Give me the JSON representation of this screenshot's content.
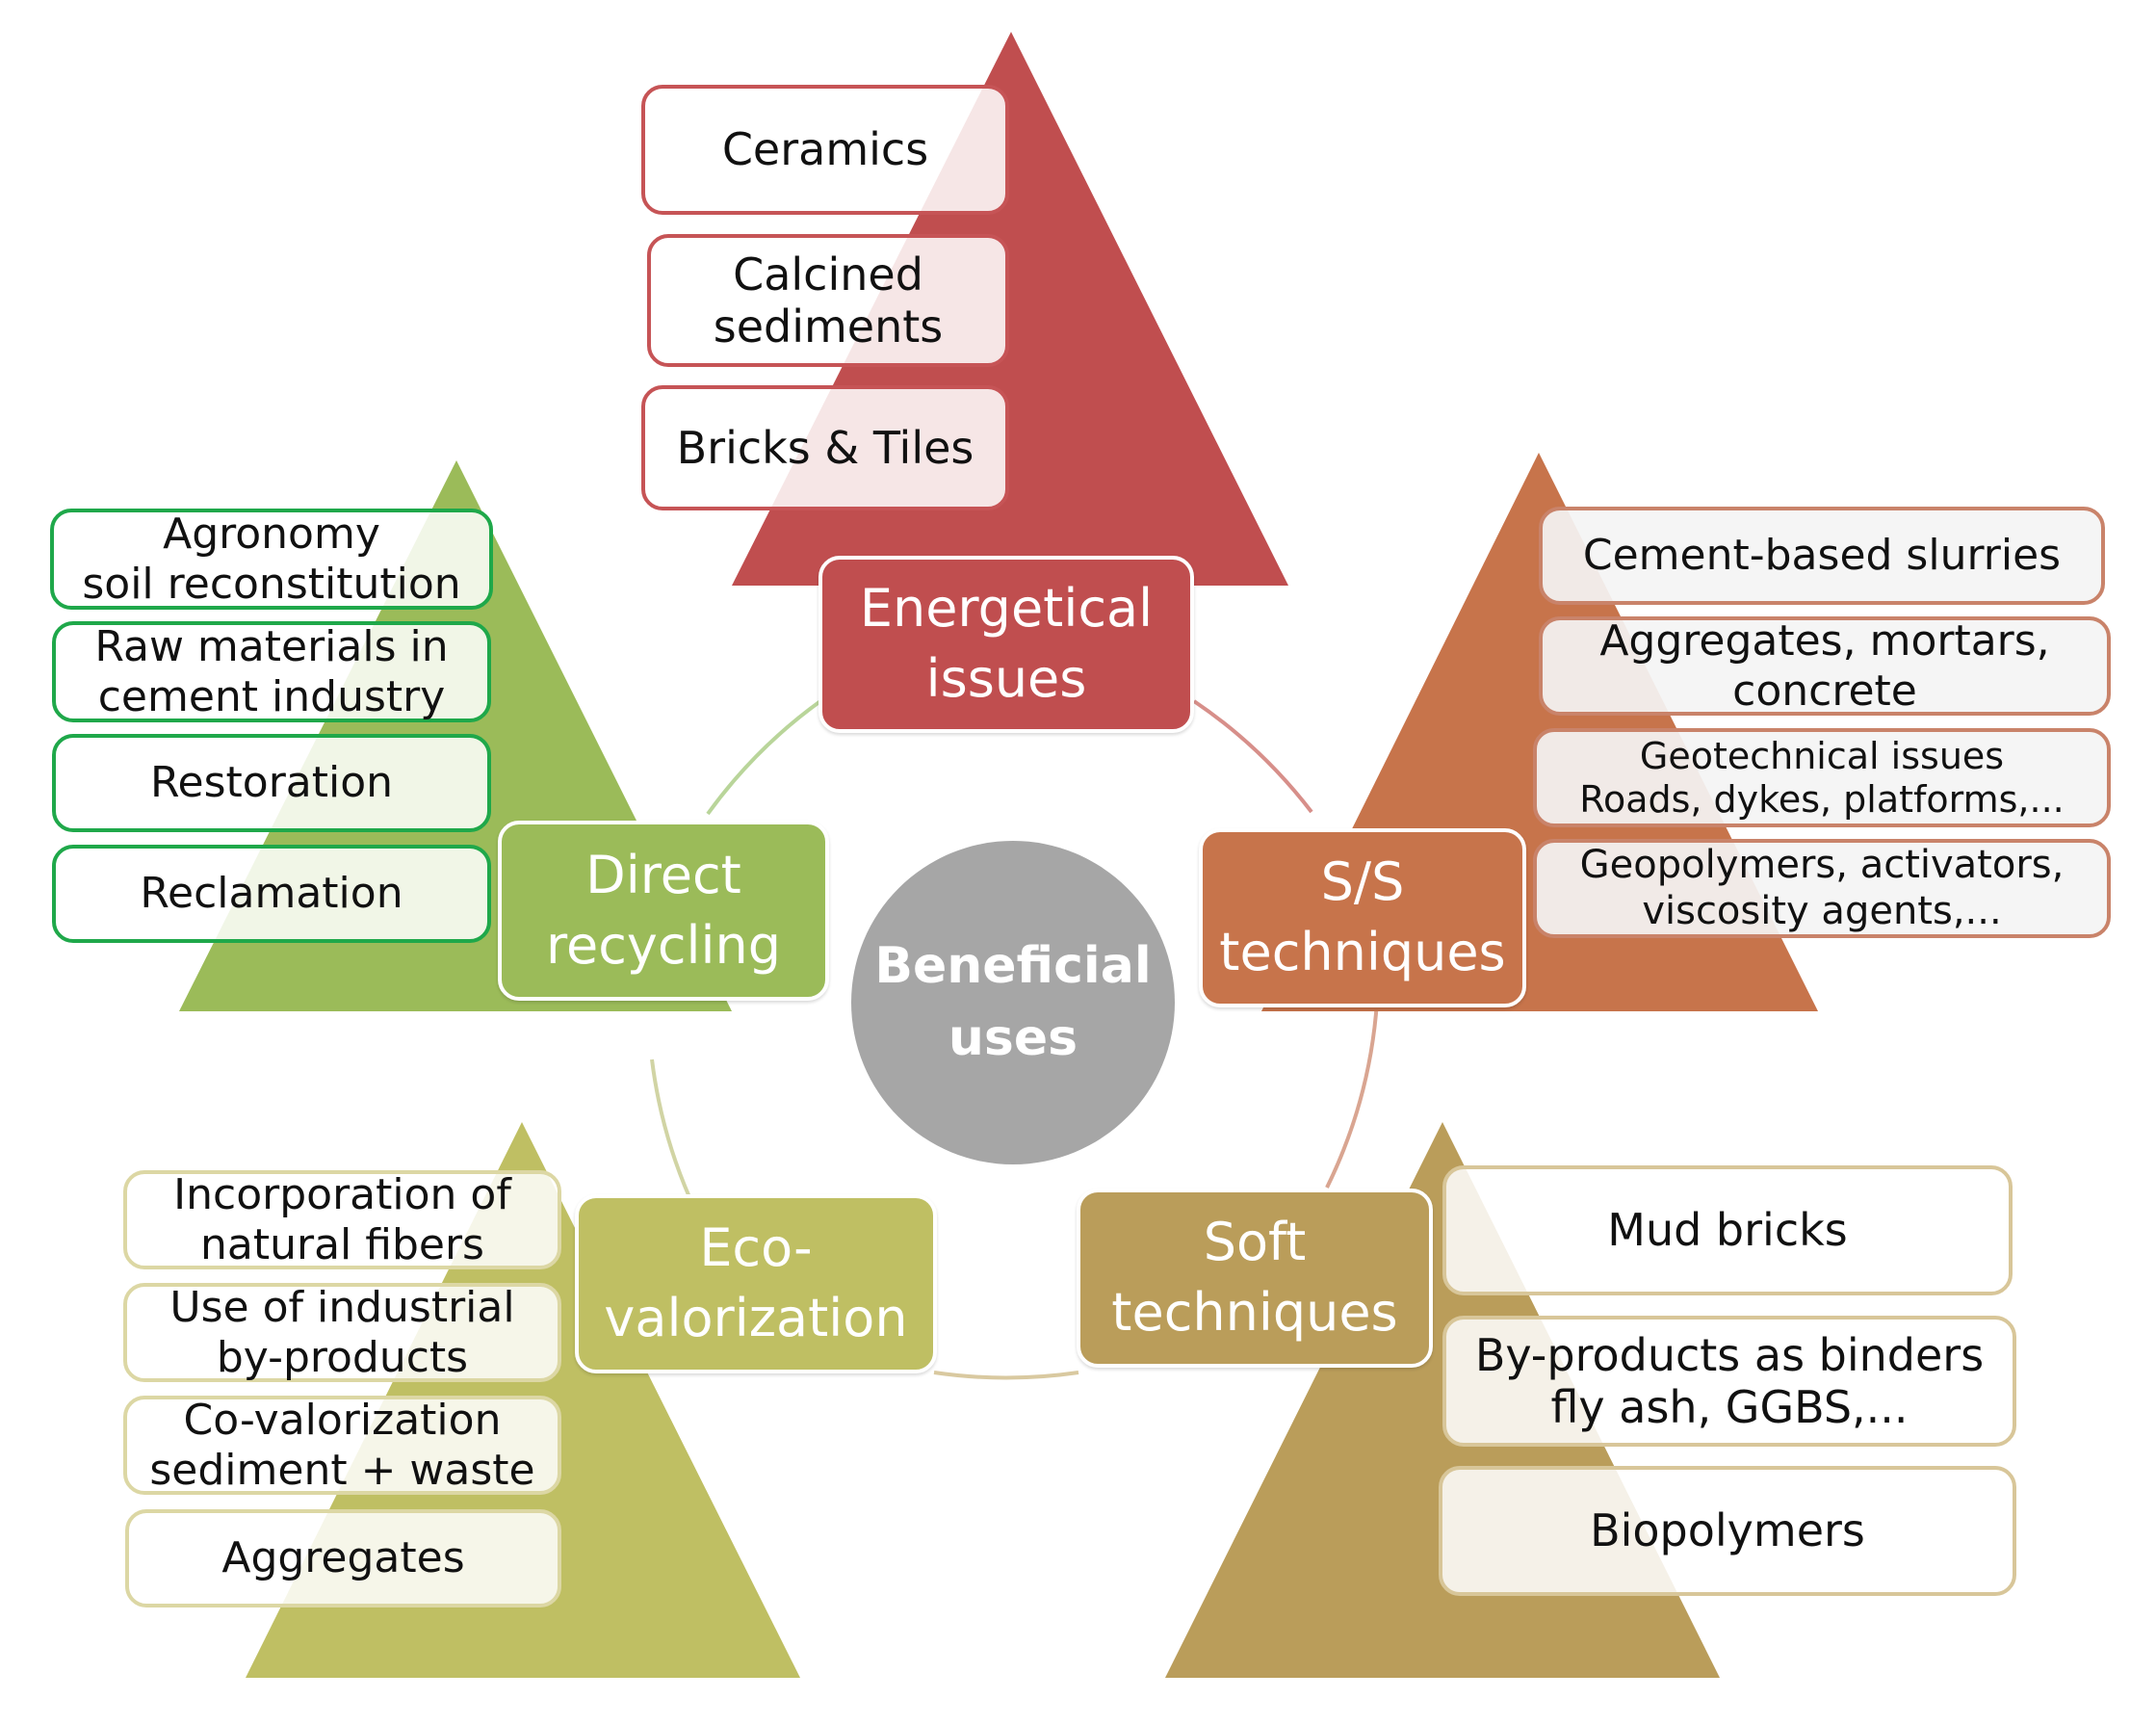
{
  "center": {
    "label": "Beneficial\nuses"
  },
  "colors": {
    "energetical": "#c04e4f",
    "direct": "#9bbb59",
    "ss": "#c7744b",
    "eco": "#bfbf63",
    "soft": "#ba9d5a",
    "center": "#a6a6a6"
  },
  "groups": {
    "energetical": {
      "label": "Energetical\nissues",
      "items": [
        "Ceramics",
        "Calcined\nsediments",
        "Bricks & Tiles"
      ]
    },
    "direct": {
      "label": "Direct\nrecycling",
      "items": [
        "Agronomy\nsoil reconstitution",
        "Raw materials in\ncement industry",
        "Restoration",
        "Reclamation"
      ]
    },
    "ss": {
      "label": "S/S\ntechniques",
      "items": [
        "Cement-based slurries",
        "Aggregates, mortars,\nconcrete",
        "Geotechnical issues\nRoads, dykes, platforms,...",
        "Geopolymers, activators,\nviscosity agents,..."
      ]
    },
    "eco": {
      "label": "Eco-\nvalorization",
      "items": [
        "Incorporation of\nnatural fibers",
        "Use of industrial\nby-products",
        "Co-valorization\nsediment + waste",
        "Aggregates"
      ]
    },
    "soft": {
      "label": "Soft\ntechniques",
      "items": [
        "Mud bricks",
        "By-products as binders\nfly ash, GGBS,...",
        "Biopolymers"
      ]
    }
  }
}
